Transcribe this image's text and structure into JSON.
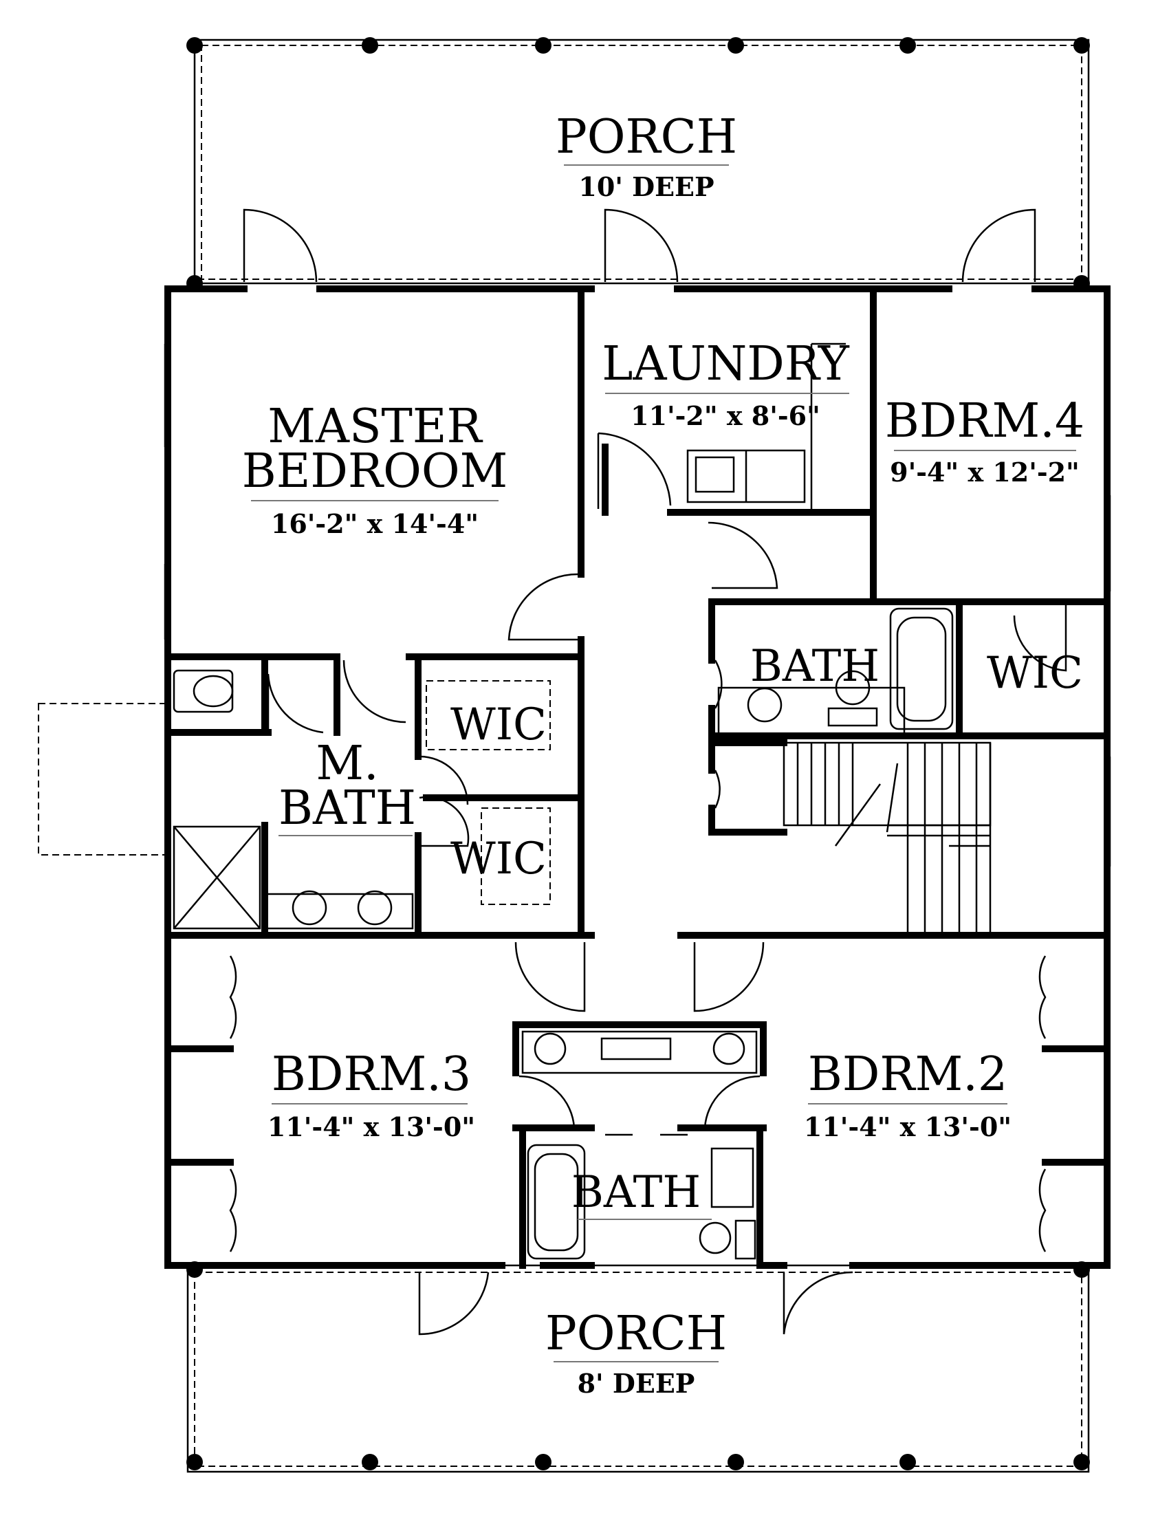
{
  "rooms": {
    "porch_rear": {
      "name": "PORCH",
      "size": "10' DEEP"
    },
    "master_bedroom": {
      "name_line1": "MASTER",
      "name_line2": "BEDROOM",
      "size": "16'-2\" x 14'-4\""
    },
    "laundry": {
      "name": "LAUNDRY",
      "size": "11'-2\" x 8'-6\""
    },
    "bdrm4": {
      "name": "BDRM.4",
      "size": "9'-4\" x 12'-2\""
    },
    "bath_upper": {
      "name": "BATH"
    },
    "wic_bdrm4": {
      "name": "WIC"
    },
    "wic_upper": {
      "name": "WIC"
    },
    "wic_lower": {
      "name": "WIC"
    },
    "m_bath": {
      "name_line1": "M.",
      "name_line2": "BATH"
    },
    "bdrm3": {
      "name": "BDRM.3",
      "size": "11'-4\" x 13'-0\""
    },
    "bdrm2": {
      "name": "BDRM.2",
      "size": "11'-4\" x 13'-0\""
    },
    "bath_lower": {
      "name": "BATH"
    },
    "porch_front": {
      "name": "PORCH",
      "size": "8' DEEP"
    }
  }
}
